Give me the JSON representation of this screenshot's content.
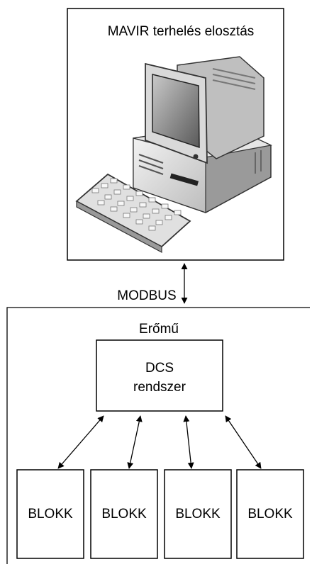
{
  "control_center": {
    "title": "MAVIR terhelés elosztás",
    "icon": "desktop-computer-icon"
  },
  "link": {
    "label": "MODBUS"
  },
  "plant": {
    "title": "Erőmű",
    "dcs": {
      "line1": "DCS",
      "line2": "rendszer"
    },
    "blocks": [
      {
        "label": "BLOKK"
      },
      {
        "label": "BLOKK"
      },
      {
        "label": "BLOKK"
      },
      {
        "label": "BLOKK"
      }
    ]
  }
}
